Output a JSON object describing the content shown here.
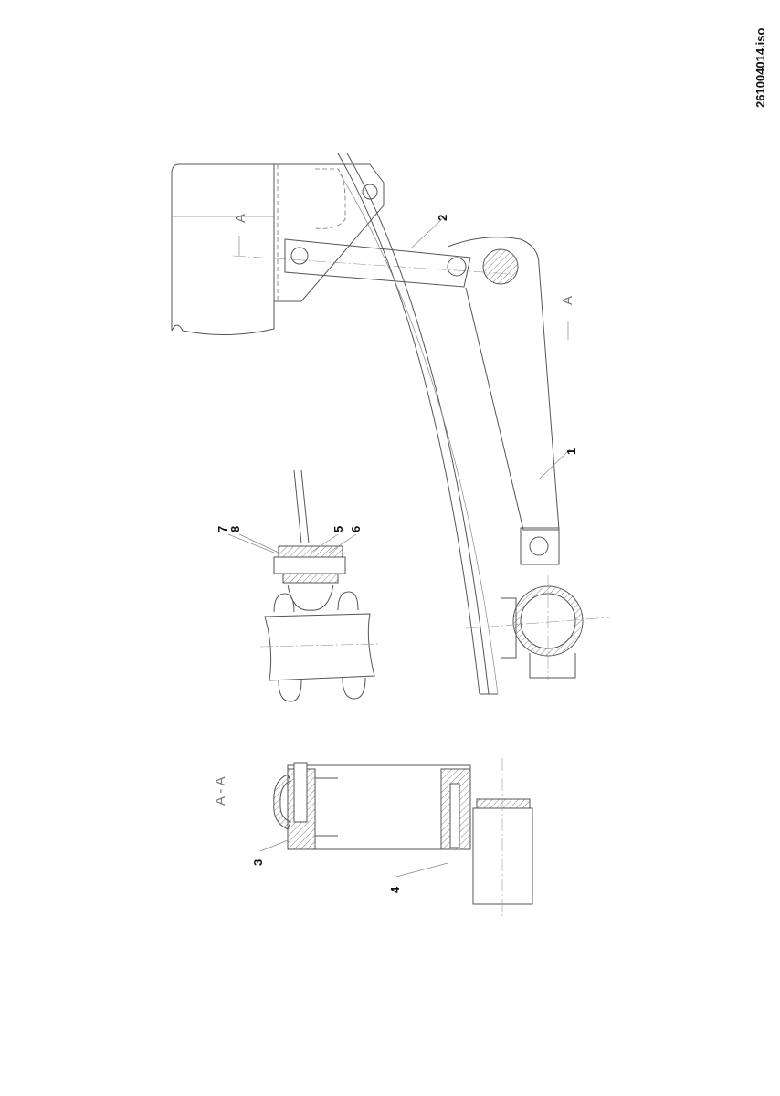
{
  "drawing": {
    "file_name": "261004014.iso",
    "section_label": "A - A",
    "section_marks": [
      "A",
      "A"
    ],
    "callouts": [
      "1",
      "2",
      "3",
      "4",
      "5",
      "6",
      "7",
      "8"
    ]
  }
}
